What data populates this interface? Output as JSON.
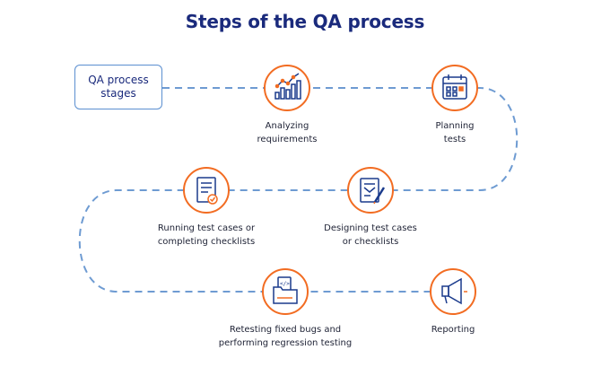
{
  "title": "Steps of the QA process",
  "start_box": "QA process\nstages",
  "steps": [
    {
      "label": "Analyzing\nrequirements",
      "icon": "analytics-chart-icon"
    },
    {
      "label": "Planning\ntests",
      "icon": "calendar-icon"
    },
    {
      "label": "Designing test cases\nor checklists",
      "icon": "document-pen-icon"
    },
    {
      "label": "Running test cases or\ncompleting checklists",
      "icon": "checklist-icon"
    },
    {
      "label": "Retesting fixed bugs and\nperforming regression testing",
      "icon": "folder-code-icon"
    },
    {
      "label": "Reporting",
      "icon": "megaphone-icon"
    }
  ],
  "colors": {
    "title": "#1a2a7c",
    "accent": "#f26c22",
    "icon": "#1a3a8c",
    "path": "#6e9bd2"
  }
}
